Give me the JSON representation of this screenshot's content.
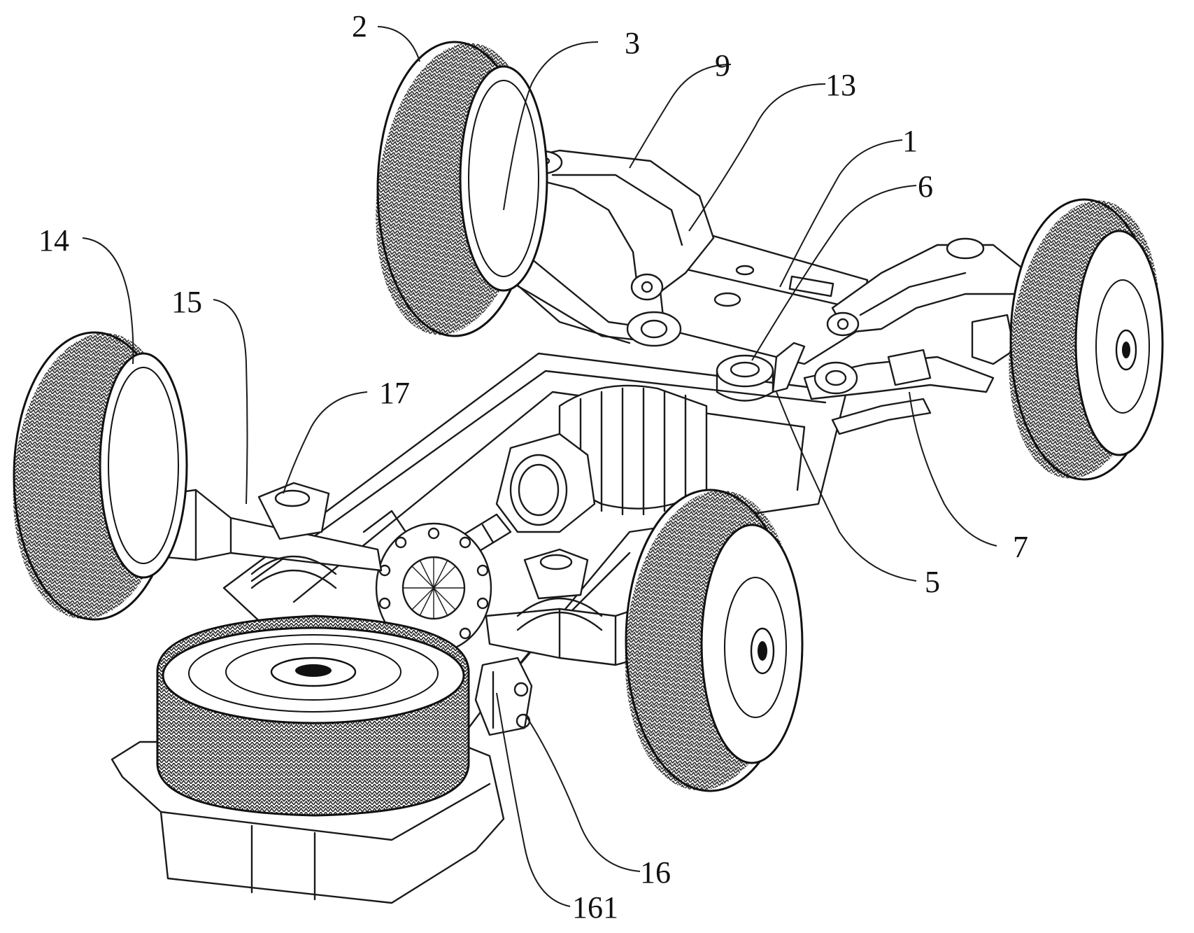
{
  "callouts": [
    {
      "id": "2",
      "label": "2"
    },
    {
      "id": "3",
      "label": "3"
    },
    {
      "id": "9",
      "label": "9"
    },
    {
      "id": "13",
      "label": "13"
    },
    {
      "id": "1",
      "label": "1"
    },
    {
      "id": "6",
      "label": "6"
    },
    {
      "id": "14",
      "label": "14"
    },
    {
      "id": "15",
      "label": "15"
    },
    {
      "id": "17",
      "label": "17"
    },
    {
      "id": "7",
      "label": "7"
    },
    {
      "id": "5",
      "label": "5"
    },
    {
      "id": "16",
      "label": "16"
    },
    {
      "id": "161",
      "label": "161"
    }
  ]
}
